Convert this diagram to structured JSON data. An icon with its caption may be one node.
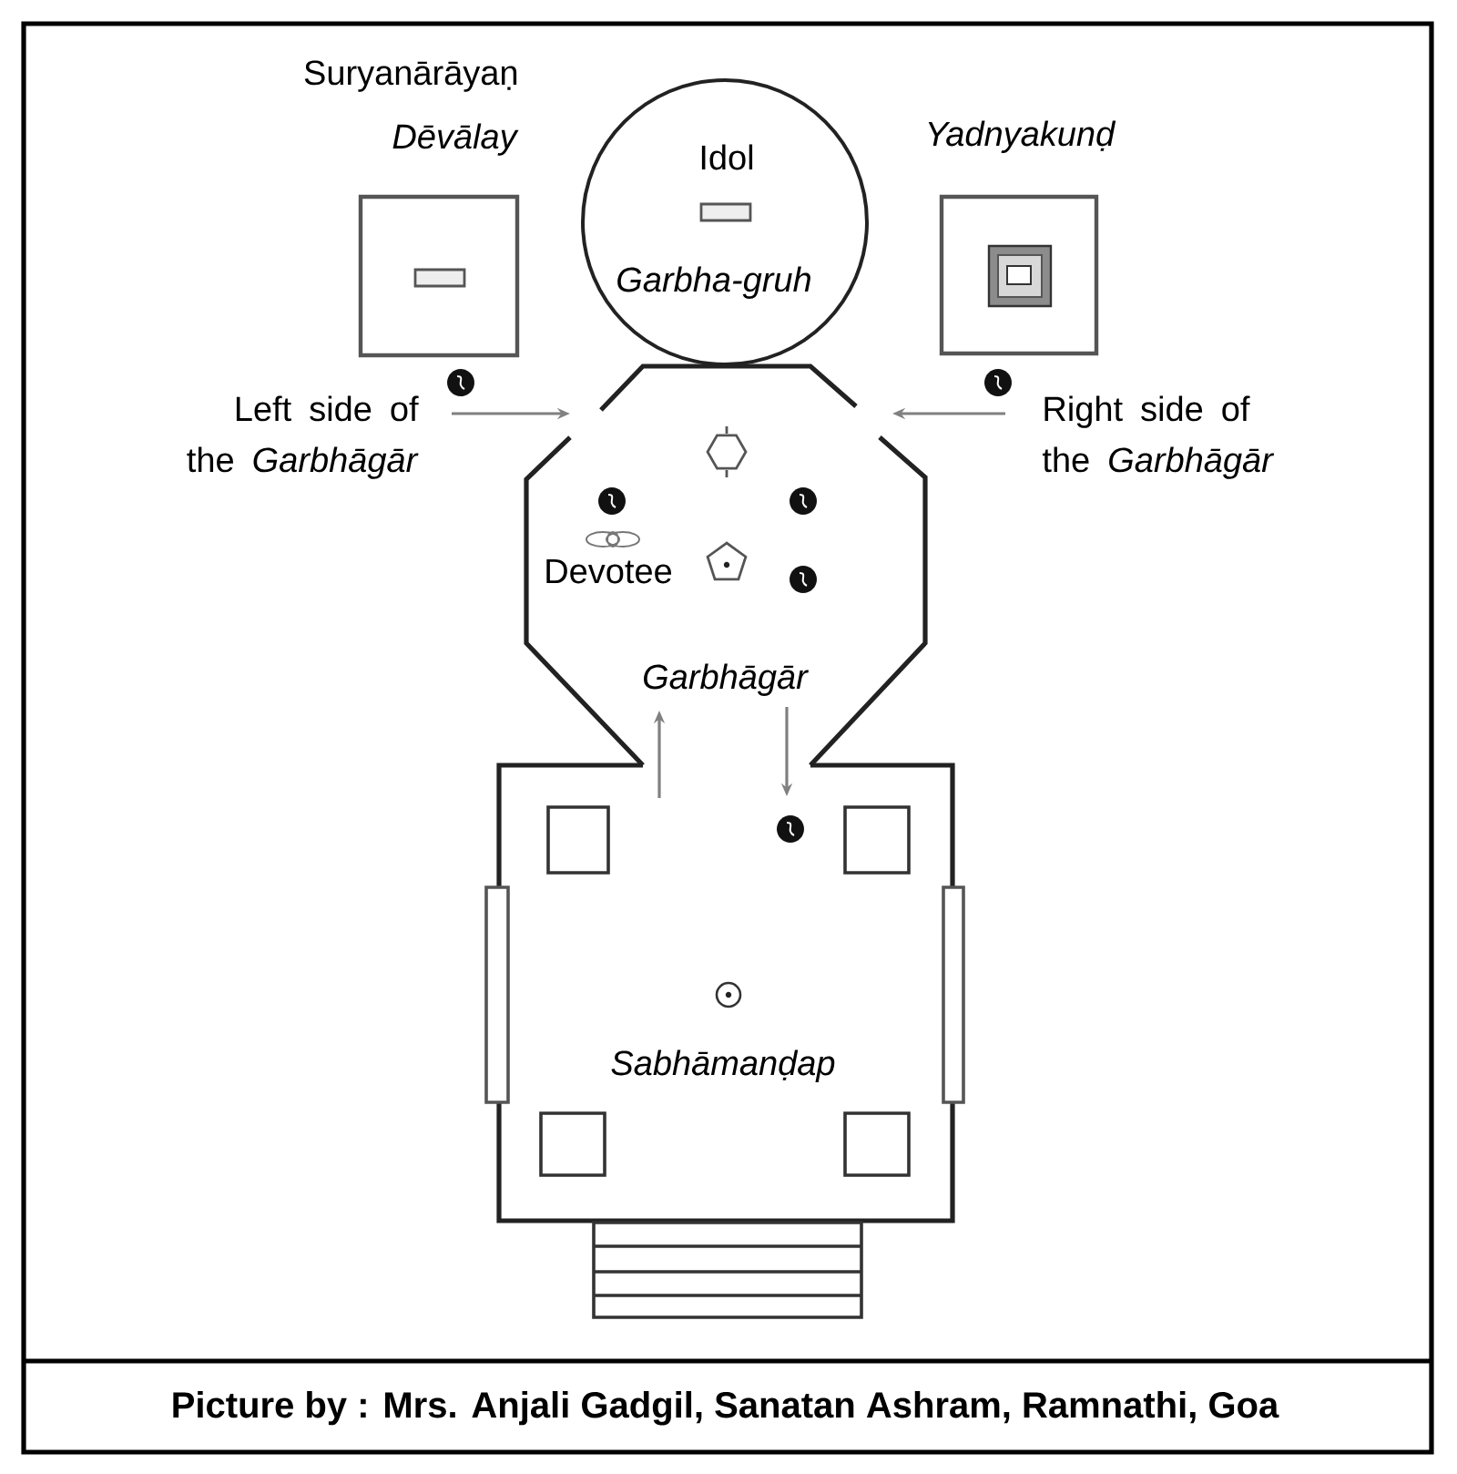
{
  "diagram": {
    "caption": "Picture by : Mrs. Anjali Gadgil, Sanatan Ashram, Ramnathi, Goa",
    "nodes": [
      {
        "text": [
          "Suryanārāyaṇ *Dēvālay*"
        ]
      },
      {
        "text": [
          "Idol",
          "Garbha-gruh"
        ]
      },
      {
        "text": [
          "Yadnyakunḍ"
        ]
      },
      {
        "text": [
          "Garbhāgār"
        ]
      },
      {
        "text": [
          "Sabhāmanḍap"
        ]
      },
      {
        "text": [
          "Left side of the *Garbhāgār*"
        ]
      },
      {
        "text": [
          "Right side of the *Garbhāgār*"
        ]
      }
    ],
    "edges": [
      {
        "from": 5,
        "to": 3,
        "arrow": "to"
      },
      {
        "from": 6,
        "to": 3,
        "arrow": "to"
      },
      {
        "from": 4,
        "to": 3,
        "arrow": "to"
      },
      {
        "from": 3,
        "to": 4,
        "arrow": "to"
      }
    ],
    "labels": [
      "Devotee"
    ]
  }
}
